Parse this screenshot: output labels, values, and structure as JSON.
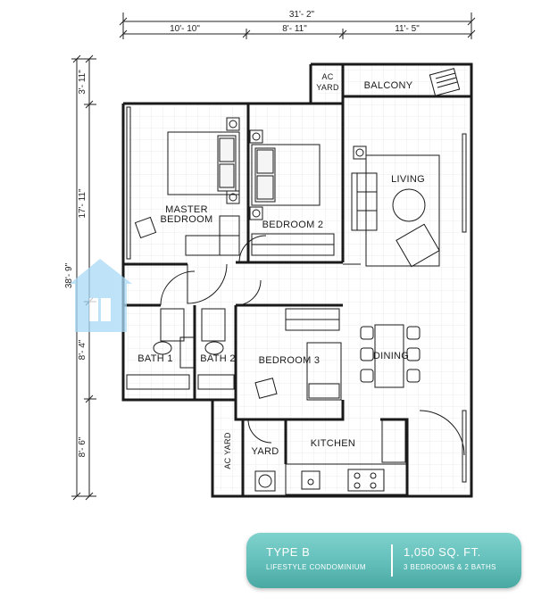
{
  "dimensions": {
    "overall_width": "31'- 2\"",
    "widths": [
      "10'- 10\"",
      "8'- 11\"",
      "11'- 5\""
    ],
    "overall_depth": "38'- 9\"",
    "depths": [
      "3'- 11\"",
      "17'- 11\"",
      "8'- 4\"",
      "8'- 6\""
    ]
  },
  "rooms": {
    "ac_yard_top_line1": "AC",
    "ac_yard_top_line2": "YARD",
    "balcony": "BALCONY",
    "master_line1": "MASTER",
    "master_line2": "BEDROOM",
    "bedroom2": "BEDROOM 2",
    "living": "LIVING",
    "bath1": "BATH 1",
    "bath2": "BATH 2",
    "bedroom3": "BEDROOM 3",
    "dining": "DINING",
    "ac_yard_bottom": "AC YARD",
    "yard": "YARD",
    "kitchen": "KITCHEN"
  },
  "info": {
    "type": "TYPE B",
    "subtitle": "LIFESTYLE CONDOMINIUM",
    "area": "1,050 SQ. FT.",
    "rooms": "3 BEDROOMS & 2 BATHS"
  },
  "colors": {
    "panel": "#5fbcb7",
    "wall": "#1a1a1a",
    "watermark": "#a9d9f5"
  }
}
